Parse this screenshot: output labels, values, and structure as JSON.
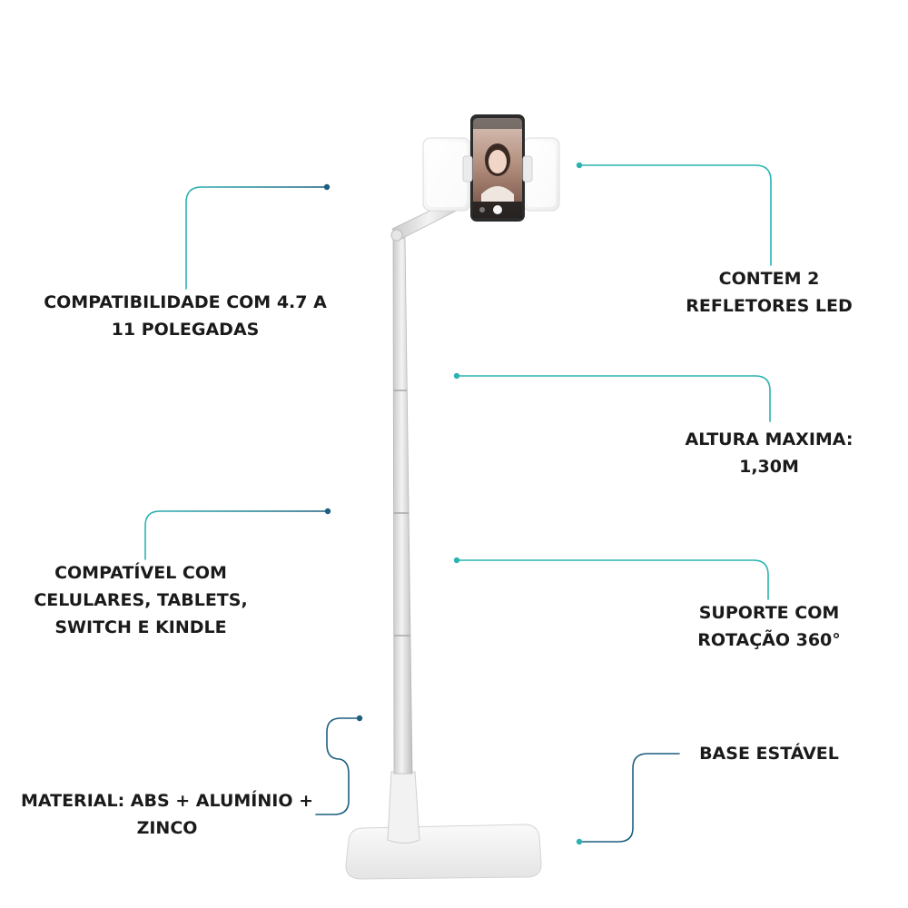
{
  "features": {
    "compatibility_size": {
      "line1": "COMPATIBILIDADE COM 4.7 A",
      "line2": "11 POLEGADAS"
    },
    "led_reflectors": {
      "line1": "CONTEM 2",
      "line2": "REFLETORES LED"
    },
    "max_height": {
      "line1": "ALTURA MAXIMA:",
      "line2": "1,30M"
    },
    "devices": {
      "line1": "COMPATÍVEL COM",
      "line2": "CELULARES, TABLETS,",
      "line3": "SWITCH E KINDLE"
    },
    "rotation": {
      "line1": "SUPORTE COM",
      "line2": "ROTAÇÃO 360°"
    },
    "base": {
      "line1": "BASE ESTÁVEL"
    },
    "material": {
      "line1": "MATERIAL: ABS + ALUMÍNIO +",
      "line2": "ZINCO"
    }
  },
  "colors": {
    "accent_teal": "#2ab3b1",
    "accent_navy": "#1d5f80",
    "text": "#1a1a1a",
    "background": "#ffffff"
  }
}
